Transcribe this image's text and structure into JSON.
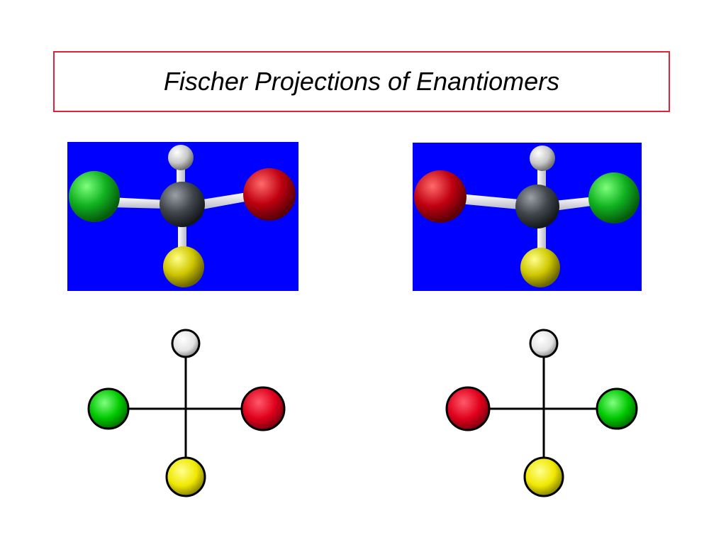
{
  "slide": {
    "title": "Fischer Projections of Enantiomers"
  },
  "colors": {
    "title_border": "#e0233c",
    "model_background": "#0000ff",
    "atom_green": "#00c000",
    "atom_red": "#d0001c",
    "atom_yellow": "#e8e000",
    "atom_white": "#ffffff",
    "atom_carbon": "#404448",
    "bond": "#000000"
  },
  "molecules": [
    {
      "id": "left",
      "top": "white",
      "left": "green",
      "right": "red",
      "bottom": "yellow"
    },
    {
      "id": "right",
      "top": "white",
      "left": "red",
      "right": "green",
      "bottom": "yellow"
    }
  ]
}
